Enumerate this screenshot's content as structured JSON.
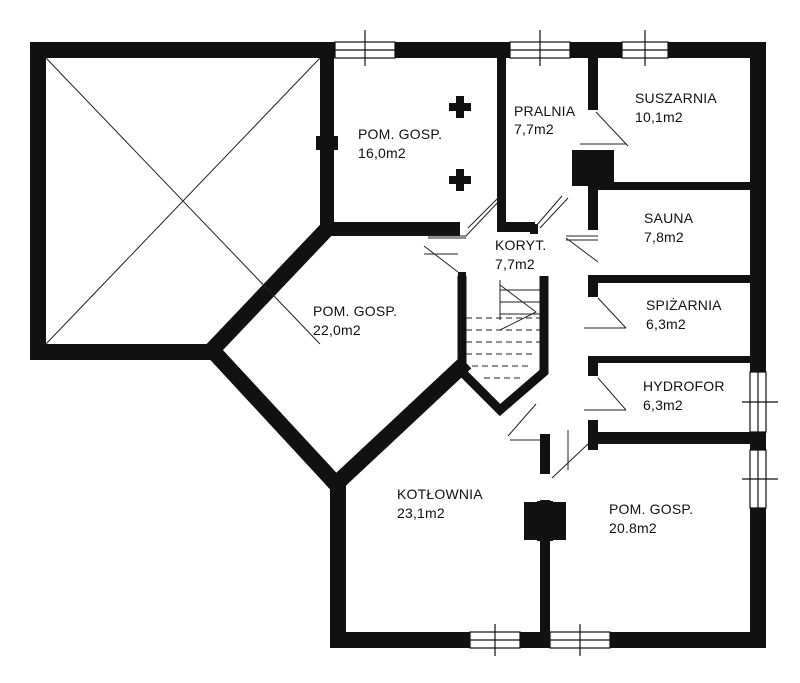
{
  "colors": {
    "wall": "#111111",
    "line": "#222222",
    "text": "#111111",
    "background": "#ffffff"
  },
  "rooms": [
    {
      "id": "pom-gosp-1",
      "name": "POM. GOSP.",
      "area": "16,0m2"
    },
    {
      "id": "pralnia",
      "name": "PRALNIA",
      "area": "7,7m2"
    },
    {
      "id": "suszarnia",
      "name": "SUSZARNIA",
      "area": "10,1m2"
    },
    {
      "id": "sauna",
      "name": "SAUNA",
      "area": "7,8m2"
    },
    {
      "id": "korytarz",
      "name": "KORYT.",
      "area": "7,7m2"
    },
    {
      "id": "pom-gosp-2",
      "name": "POM. GOSP.",
      "area": "22,0m2"
    },
    {
      "id": "spizarnia",
      "name": "SPIŻARNIA",
      "area": "6,3m2"
    },
    {
      "id": "hydrofor",
      "name": "HYDROFOR",
      "area": "6,3m2"
    },
    {
      "id": "kotlownia",
      "name": "KOTŁOWNIA",
      "area": "23,1m2"
    },
    {
      "id": "pom-gosp-3",
      "name": "POM. GOSP.",
      "area": "20.8m2"
    }
  ]
}
